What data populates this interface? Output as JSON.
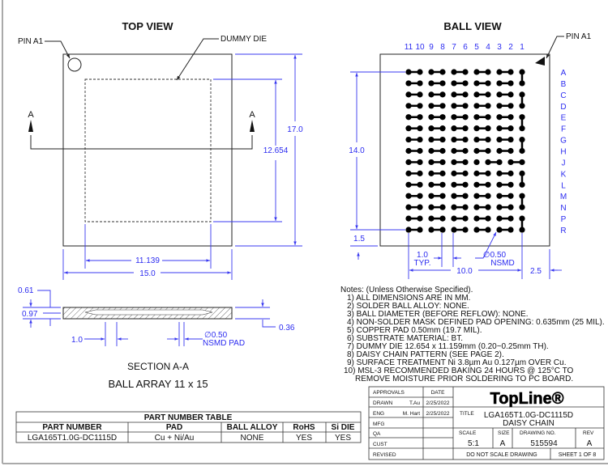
{
  "top_view": {
    "title": "TOP VIEW",
    "pin_a1": "PIN A1",
    "dummy_die": "DUMMY DIE",
    "section_mark": "A",
    "dim_height": "17.0",
    "dim_die_height": "12.654",
    "dim_die_width": "11.139",
    "dim_width": "15.0"
  },
  "ball_view": {
    "title": "BALL VIEW",
    "pin_a1": "PIN A1",
    "columns": [
      "11",
      "10",
      "9",
      "8",
      "7",
      "6",
      "5",
      "4",
      "3",
      "2",
      "1"
    ],
    "rows": [
      "A",
      "B",
      "C",
      "D",
      "E",
      "F",
      "G",
      "H",
      "J",
      "K",
      "L",
      "M",
      "N",
      "P",
      "R"
    ],
    "dim_height": "14.0",
    "dim_edge": "1.5",
    "dim_pitch": "1.0",
    "dim_pitch_note": "TYP.",
    "dim_ball": "∅0.50",
    "dim_ball_note": "NSMD",
    "dim_width": "10.0",
    "dim_edge_right": "2.5"
  },
  "section": {
    "dim_061": "0.61",
    "dim_097": "0.97",
    "dim_036": "0.36",
    "dim_pitch": "1.0",
    "dim_pad": "∅0.50",
    "dim_pad_note": "NSMD PAD",
    "title": "SECTION A-A",
    "subtitle": "BALL ARRAY 11 x 15"
  },
  "notes": {
    "header": "Notes: (Unless Otherwise Specified).",
    "items": [
      "1) ALL DIMENSIONS ARE IN MM.",
      "2) SOLDER BALL ALLOY: NONE.",
      "3) BALL DIAMETER (BEFORE REFLOW): NONE.",
      "4) NON-SOLDER MASK DEFINED PAD OPENING: 0.635mm (25 MIL).",
      "5) COPPER PAD 0.50mm (19.7 MIL).",
      "6) SUBSTRATE MATERIAL: BT.",
      "7) DUMMY DIE 12.654 x 11.159mm (0.20~0.25mm TH).",
      "8) DAISY CHAIN PATTERN (SEE PAGE 2).",
      "9) SURFACE TREATMENT Ni 3.8µm  Au 0.127µm  OVER Cu.",
      "10) MSL-3 RECOMMENDED BAKING 24 HOURS @ 125°C TO",
      "REMOVE MOISTURE PRIOR SOLDERING TO PC BOARD."
    ]
  },
  "part_table": {
    "title": "PART NUMBER TABLE",
    "headers": [
      "PART NUMBER",
      "PAD",
      "BALL ALLOY",
      "RoHS",
      "Si DIE"
    ],
    "row": [
      "LGA165T1.0G-DC1115D",
      "Cu + Ni/Au",
      "NONE",
      "YES",
      "YES"
    ]
  },
  "title_block": {
    "approvals": "APPROVALS",
    "date": "DATE",
    "drawn": "DRAWN",
    "drawn_by": "T.Au",
    "drawn_date": "2/25/2022",
    "eng": "ENG",
    "eng_by": "M. Hart",
    "eng_date": "2/25/2022",
    "mfg": "MFG",
    "qa": "QA",
    "cust": "CUST",
    "revised": "REVISED",
    "logo": "TopLine®",
    "title_label": "TITLE",
    "title_line1": "LGA165T1.0G-DC1115D",
    "title_line2": "DAISY CHAIN",
    "scale_label": "SCALE",
    "scale": "5:1",
    "size_label": "SIZE",
    "size": "A",
    "drawing_no_label": "DRAWING NO.",
    "drawing_no": "515594",
    "rev_label": "REV",
    "rev": "A",
    "do_not_scale": "DO NOT SCALE DRAWING",
    "sheet": "SHEET 1 OF 8"
  }
}
